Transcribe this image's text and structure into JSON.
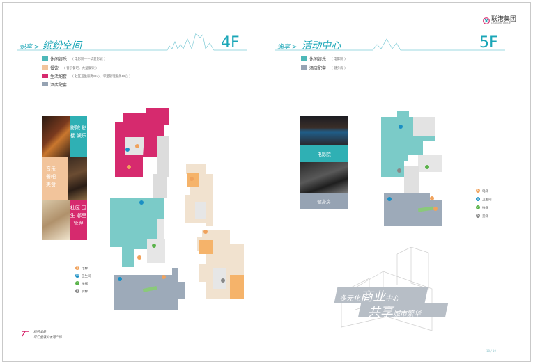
{
  "brand": {
    "name": "联港集团",
    "sub": "LIANGANG GROUP"
  },
  "left": {
    "title_prefix": "悦享 >",
    "title_main": "缤纷空间",
    "floor": "4F",
    "legend": [
      {
        "label": "休闲娱乐",
        "detail": "( 电影院——华夏影城 )",
        "color": "#4db8b8"
      },
      {
        "label": "餐饮",
        "detail": "( 音乐餐吧、大型餐饮 )",
        "color": "#f2c49b"
      },
      {
        "label": "生活配套",
        "detail": "( 社区卫生服务中心、邻里管理服务中心 )",
        "color": "#d62a6e"
      },
      {
        "label": "酒店配套",
        "detail": "",
        "color": "#96a3b3"
      }
    ],
    "side_labels": [
      "影院 影楼 娱乐",
      "音乐 餐吧 美食",
      "社区 卫生 邻里 管理"
    ],
    "key": [
      {
        "icon": "E",
        "label": "电梯",
        "color": "#f0a25c"
      },
      {
        "icon": "W",
        "label": "卫生间",
        "color": "#1a8fc4"
      },
      {
        "icon": "✓",
        "label": "扶梯",
        "color": "#5ab34a"
      },
      {
        "icon": "S",
        "label": "货梯",
        "color": "#888888"
      }
    ],
    "footer_line1": "观势全景",
    "footer_line2": "尽汇金港人才港广场"
  },
  "right": {
    "title_prefix": "逸享 >",
    "title_main": "活动中心",
    "floor": "5F",
    "legend": [
      {
        "label": "休闲娱乐",
        "detail": "( 电影院 )",
        "color": "#4db8b8"
      },
      {
        "label": "酒店配套",
        "detail": "( 健身房 )",
        "color": "#96a3b3"
      }
    ],
    "side_labels": [
      "电影院",
      "健身房"
    ],
    "key": [
      {
        "icon": "E",
        "label": "电梯",
        "color": "#f0a25c"
      },
      {
        "icon": "W",
        "label": "卫生间",
        "color": "#1a8fc4"
      },
      {
        "icon": "✓",
        "label": "扶梯",
        "color": "#5ab34a"
      },
      {
        "icon": "S",
        "label": "货梯",
        "color": "#888888"
      }
    ],
    "slogan_line1_pre": "多元化",
    "slogan_line1_big": "商业",
    "slogan_line1_post": "中心",
    "slogan_line2_big": "共享",
    "slogan_line2_post": "城市繁华",
    "page_no": "18 / 19"
  }
}
